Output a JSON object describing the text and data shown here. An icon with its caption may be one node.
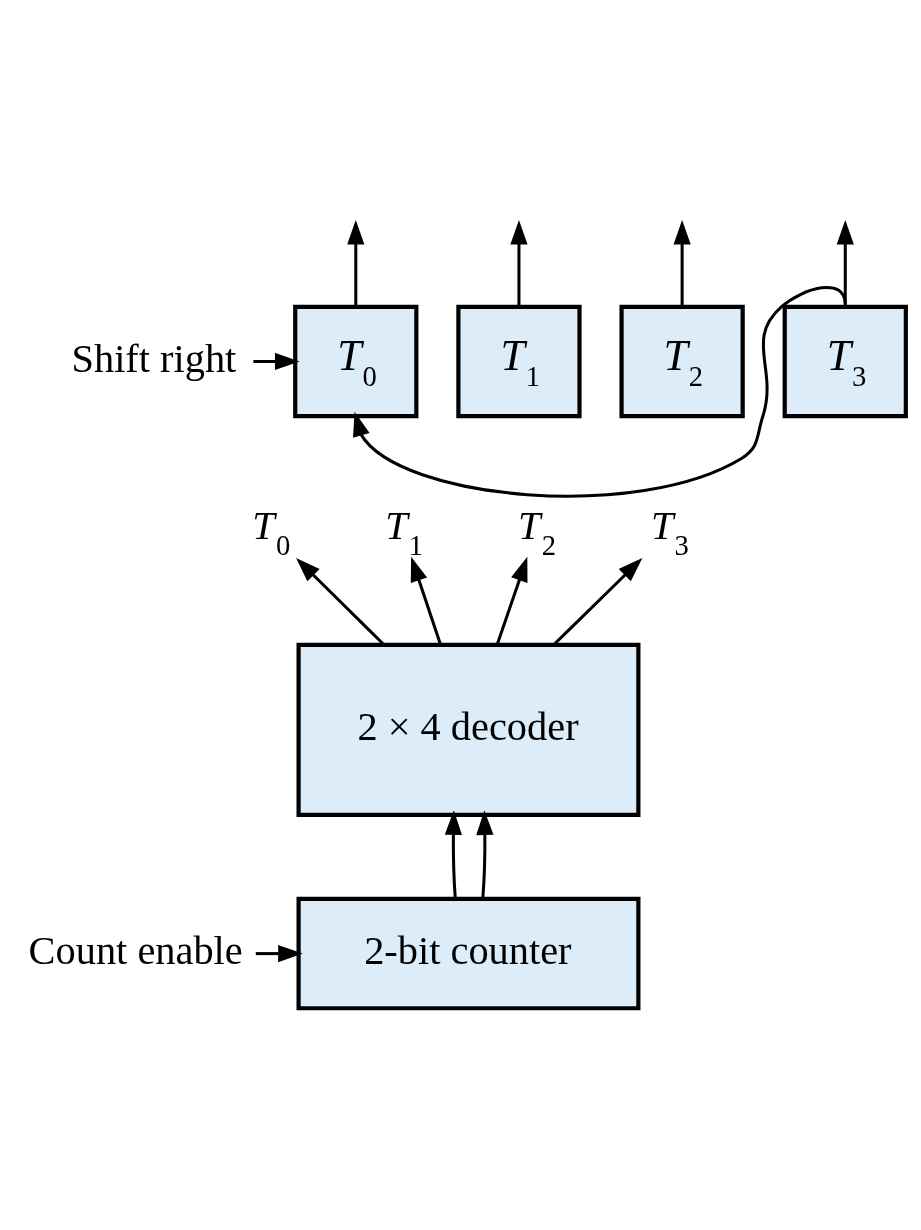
{
  "diagram": {
    "nodes": [
      {
        "text": [
          "Shift right"
        ]
      },
      {
        "text": [
          "*T*$_{0}$"
        ]
      },
      {
        "text": [
          "*T*$_{1}$"
        ]
      },
      {
        "text": [
          "*T*$_{2}$"
        ]
      },
      {
        "text": [
          "*T*$_{3}$"
        ]
      },
      {
        "text": [
          "*T*$_{0}$"
        ]
      },
      {
        "text": [
          "*T*$_{1}$"
        ]
      },
      {
        "text": [
          "*T*$_{2}$"
        ]
      },
      {
        "text": [
          "*T*$_{3}$"
        ]
      },
      {
        "text": [
          "2 × 4 decoder"
        ]
      },
      {
        "text": [
          "2-bit counter"
        ]
      },
      {
        "text": [
          "Count enable"
        ]
      }
    ],
    "edges": [
      {
        "from": 0,
        "to": 1,
        "arrow": "to"
      },
      {
        "from": 1,
        "to": null,
        "arrow": "to"
      },
      {
        "from": 2,
        "to": null,
        "arrow": "to"
      },
      {
        "from": 3,
        "to": null,
        "arrow": "to"
      },
      {
        "from": 4,
        "to": null,
        "arrow": "to"
      },
      {
        "from": 4,
        "to": 1,
        "arrow": "to"
      },
      {
        "from": 9,
        "to": 5,
        "arrow": "to"
      },
      {
        "from": 9,
        "to": 6,
        "arrow": "to"
      },
      {
        "from": 9,
        "to": 7,
        "arrow": "to"
      },
      {
        "from": 9,
        "to": 8,
        "arrow": "to"
      },
      {
        "from": 10,
        "to": 9,
        "arrow": "to"
      },
      {
        "from": 10,
        "to": 9,
        "arrow": "to"
      },
      {
        "from": 11,
        "to": 10,
        "arrow": "to"
      }
    ]
  }
}
